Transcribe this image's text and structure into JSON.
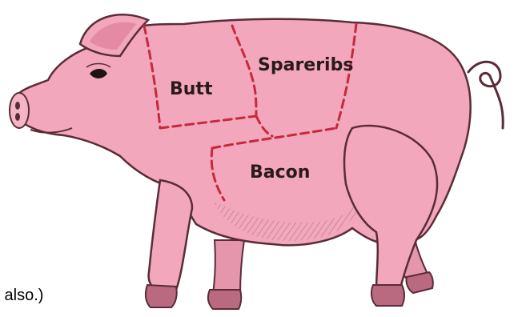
{
  "diagram": {
    "cuts": [
      {
        "label": "Butt"
      },
      {
        "label": "Spareribs"
      },
      {
        "label": "Bacon"
      }
    ],
    "caption": "ks also.)",
    "colors": {
      "skin": "#f2a7bd",
      "skin_shadow": "#d67e97",
      "outline": "#5a2c38",
      "cut_line": "#c8283a",
      "hoof": "#b96a80",
      "ear_inner": "#e58aa4",
      "eye": "#1e1416",
      "shading": "#7a4652"
    }
  }
}
